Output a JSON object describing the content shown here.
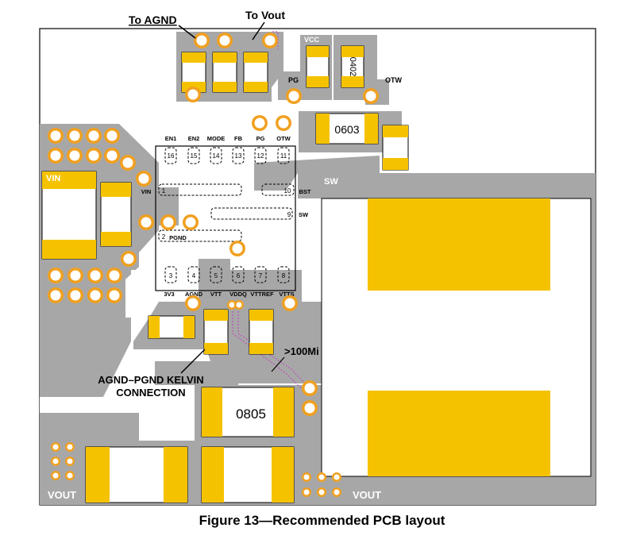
{
  "colors": {
    "board": "#a7a7a7",
    "copper_pad": "#f5c200",
    "component_body": "#ffffff",
    "via_ring": "#f0a020",
    "via_hole": "#ffffff",
    "trace_dashed": "#c040c0",
    "outline": "#000000"
  },
  "annotations": {
    "to_agnd": "To AGND",
    "to_vout": "To Vout",
    "kelvin_line1": "AGND–PGND KELVIN",
    "kelvin_line2": "CONNECTION",
    "clearance": ">100Mi"
  },
  "net_labels": {
    "vcc": "VCC",
    "pg": "PG",
    "otw": "OTW",
    "vin": "VIN",
    "vin_pin": "VIN",
    "sw": "SW",
    "pgnd": "PGND",
    "vout_left": "VOUT",
    "vout_right": "VOUT"
  },
  "component_labels": {
    "c0402": "0402",
    "c0603": "0603",
    "c0805": "0805"
  },
  "pins_top": [
    {
      "num": "16",
      "label": "EN1"
    },
    {
      "num": "15",
      "label": "EN2"
    },
    {
      "num": "14",
      "label": "MODE"
    },
    {
      "num": "13",
      "label": "FB"
    },
    {
      "num": "12",
      "label": "PG"
    },
    {
      "num": "11",
      "label": "OTW"
    }
  ],
  "pins_bottom": [
    {
      "num": "3",
      "label": "3V3"
    },
    {
      "num": "4",
      "label": "AGND"
    },
    {
      "num": "5",
      "label": "VTT"
    },
    {
      "num": "6",
      "label": "VDDQ"
    },
    {
      "num": "7",
      "label": "VTTREF"
    },
    {
      "num": "8",
      "label": "VTTS"
    }
  ],
  "pins_side": {
    "p1": "1",
    "p2": "2",
    "p2_label": "PGND",
    "p10": "10",
    "p10_label": "BST",
    "p9": "9",
    "p9_label": "SW"
  },
  "caption": "Figure 13—Recommended PCB layout"
}
